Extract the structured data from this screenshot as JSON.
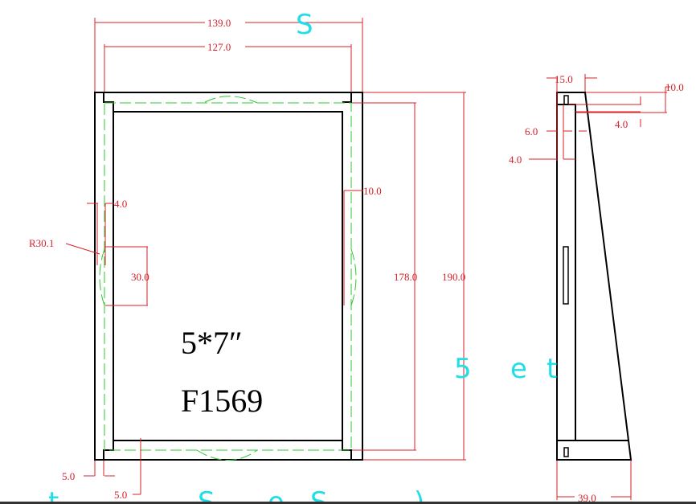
{
  "drawing": {
    "front_view": {
      "label_size": "5*7″",
      "label_code": "F1569",
      "dims": {
        "overall_width": "139.0",
        "inner_width": "127.0",
        "overall_height": "190.0",
        "inner_height": "178.0",
        "rail_width": "10.0",
        "lip": "4.0",
        "radius": "R30.1",
        "notch_height": "30.0",
        "bottom_left": "5.0",
        "bottom_offset": "5.0"
      }
    },
    "side_view": {
      "dims": {
        "top_width": "15.0",
        "top_depth": "10.0",
        "slot_depth": "4.0",
        "slot_width": "6.0",
        "wall": "4.0",
        "base_width": "39.0"
      }
    },
    "watermark": [
      "S",
      "5",
      "e",
      "t",
      "t",
      "S",
      "o",
      "S",
      ")"
    ],
    "colors": {
      "outline": "#000000",
      "dimension": "#d9202a",
      "hidden": "#2fc72f",
      "watermark": "#22dde6"
    }
  }
}
